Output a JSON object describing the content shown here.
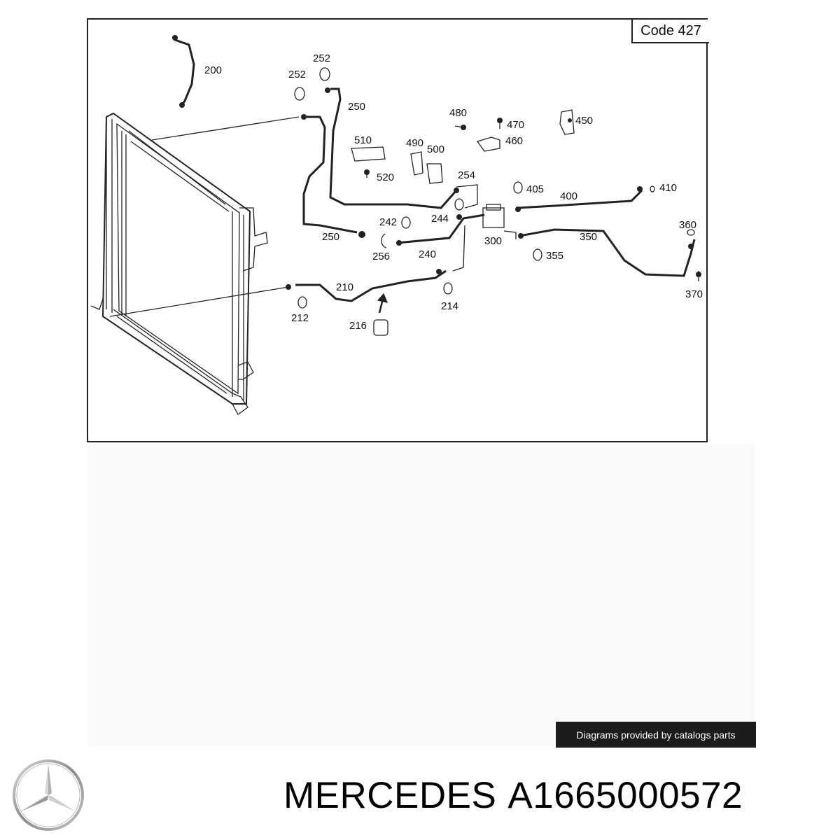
{
  "diagram": {
    "code_label": "Code 427",
    "part_labels": [
      "200",
      "252",
      "252",
      "250",
      "480",
      "470",
      "450",
      "510",
      "490",
      "500",
      "460",
      "520",
      "254",
      "405",
      "400",
      "410",
      "242",
      "244",
      "250",
      "256",
      "240",
      "300",
      "350",
      "360",
      "355",
      "210",
      "214",
      "212",
      "216",
      "370"
    ]
  },
  "credit": "Diagrams provided by catalogs parts",
  "brand": {
    "make": "MERCEDES",
    "part_number": "A1665000572"
  },
  "icons": {
    "logo": "mercedes-star-icon"
  }
}
